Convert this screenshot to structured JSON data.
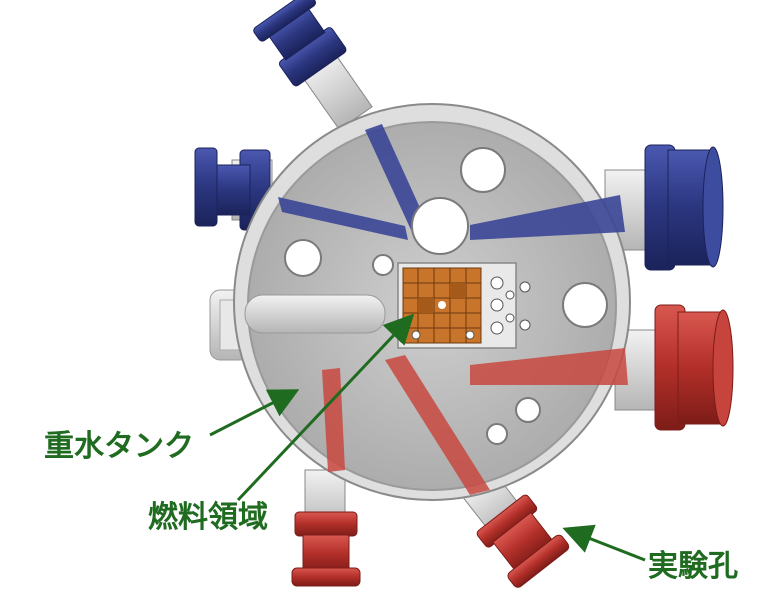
{
  "labels": {
    "heavy_water_tank": "重水タンク",
    "fuel_region": "燃料領域",
    "experiment_hole": "実験孔"
  },
  "colors": {
    "label_green": "#1f6b1f",
    "blue_port": "#2e3a8c",
    "red_port": "#b8312b",
    "tank_shell": "#d9d9d9",
    "fuel_orange": "#c8742a"
  }
}
